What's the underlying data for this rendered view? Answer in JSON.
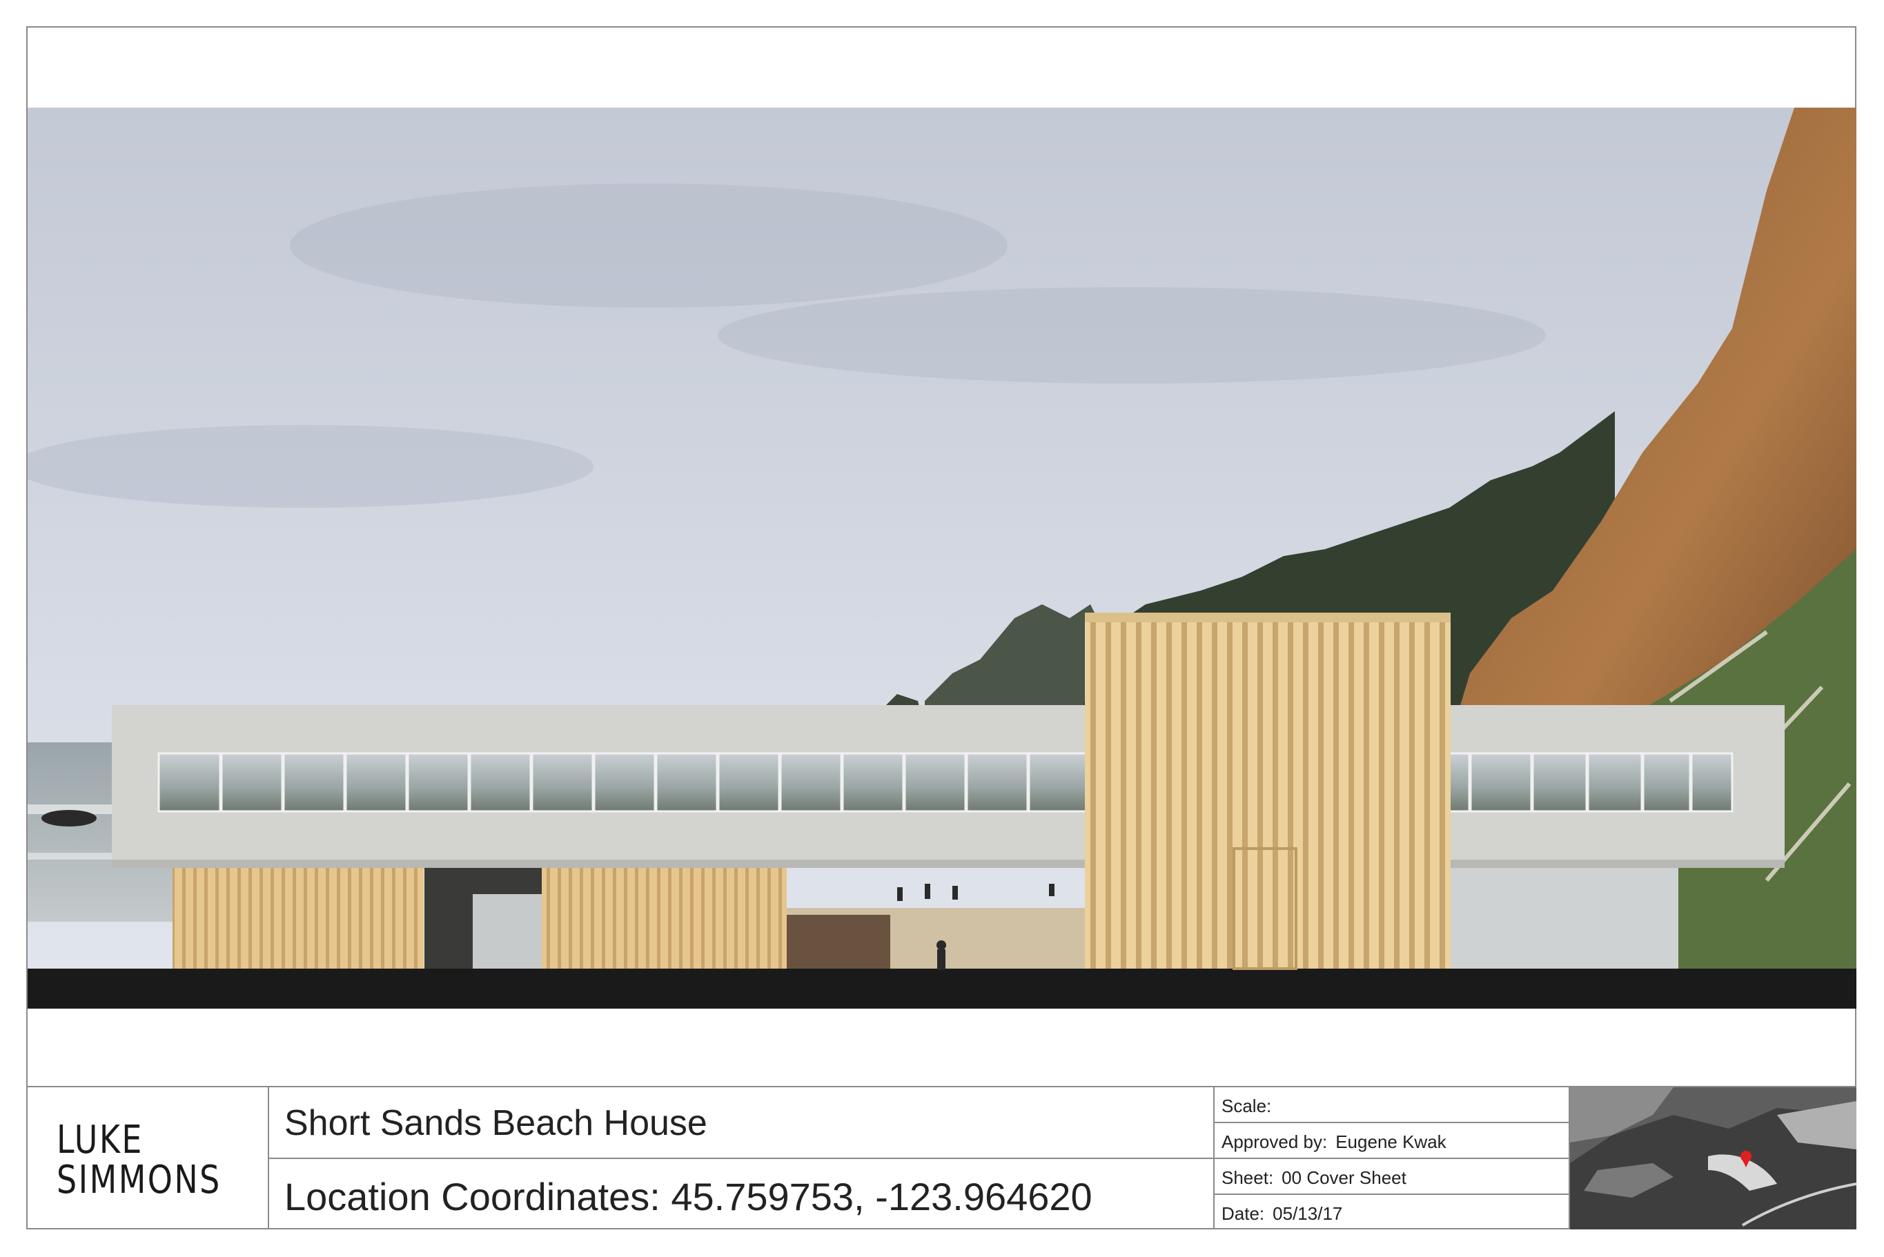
{
  "firm": {
    "logo_line1": "LUKE",
    "logo_line2": "SIMMONS"
  },
  "project": {
    "name": "Short Sands Beach House",
    "location": "Location Coordinates: 45.759753, -123.964620"
  },
  "info": {
    "scale_label": "Scale:",
    "scale_value": "",
    "approved_label": "Approved by:",
    "approved_value": "Eugene Kwak",
    "sheet_label": "Sheet:",
    "sheet_value": "00 Cover Sheet",
    "date_label": "Date:",
    "date_value": "05/13/17"
  },
  "colors": {
    "sky_top": "#c5cbd7",
    "sky_bottom": "#dfe4ec",
    "cliff": "#a06a3c",
    "forest": "#3a4a3a",
    "ocean": "#a8b2b6",
    "sand": "#d2c2a8",
    "concrete": "#d3d3d0",
    "wood": "#e3c28a",
    "ground": "#1a1a1a"
  }
}
